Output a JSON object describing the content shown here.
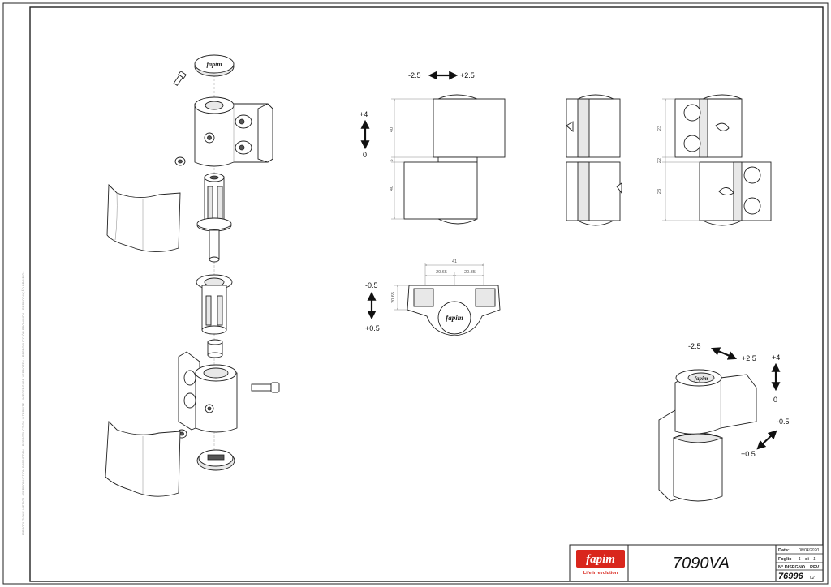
{
  "drawing": {
    "title": "7090VA",
    "company": "fapim",
    "tagline": "Life in evolution",
    "date_label": "Data:",
    "date_value": "08/04/2020",
    "sheet_label": "Foglio",
    "sheet_value": "1",
    "of_label": "di",
    "of_value": "1",
    "drawing_no_label": "N° DISEGNO",
    "rev_label": "REV.",
    "drawing_no": "76996",
    "revision": "02",
    "side_note": "RIPRODUZIONE VIETATA · REPRODUCTION FORBIDDEN · REPRODUCTION INTERDITE · WIEDERGABE VERBOTEN · REPRODUCCIÓN PROHIBIDA · REPRODUÇÃO PROIBIDA"
  },
  "adjustments": {
    "front": {
      "left": "-2.5",
      "right": "+2.5",
      "up": "+4",
      "down": "0"
    },
    "top_view": {
      "up": "-0.5",
      "down": "+0.5"
    },
    "iso": {
      "left": "-2.5",
      "right": "+2.5",
      "up": "+4",
      "down": "0",
      "diag_up": "-0.5",
      "diag_down": "+0.5"
    }
  },
  "dimensions": {
    "front_upper": "40",
    "front_gap": "5",
    "front_lower": "40",
    "side_upper": "23",
    "side_mid": "22",
    "side_lower": "23",
    "top_total": "41",
    "top_left": "20.65",
    "top_right": "20.35",
    "top_height": "20.65"
  },
  "logo_text": "fapim"
}
